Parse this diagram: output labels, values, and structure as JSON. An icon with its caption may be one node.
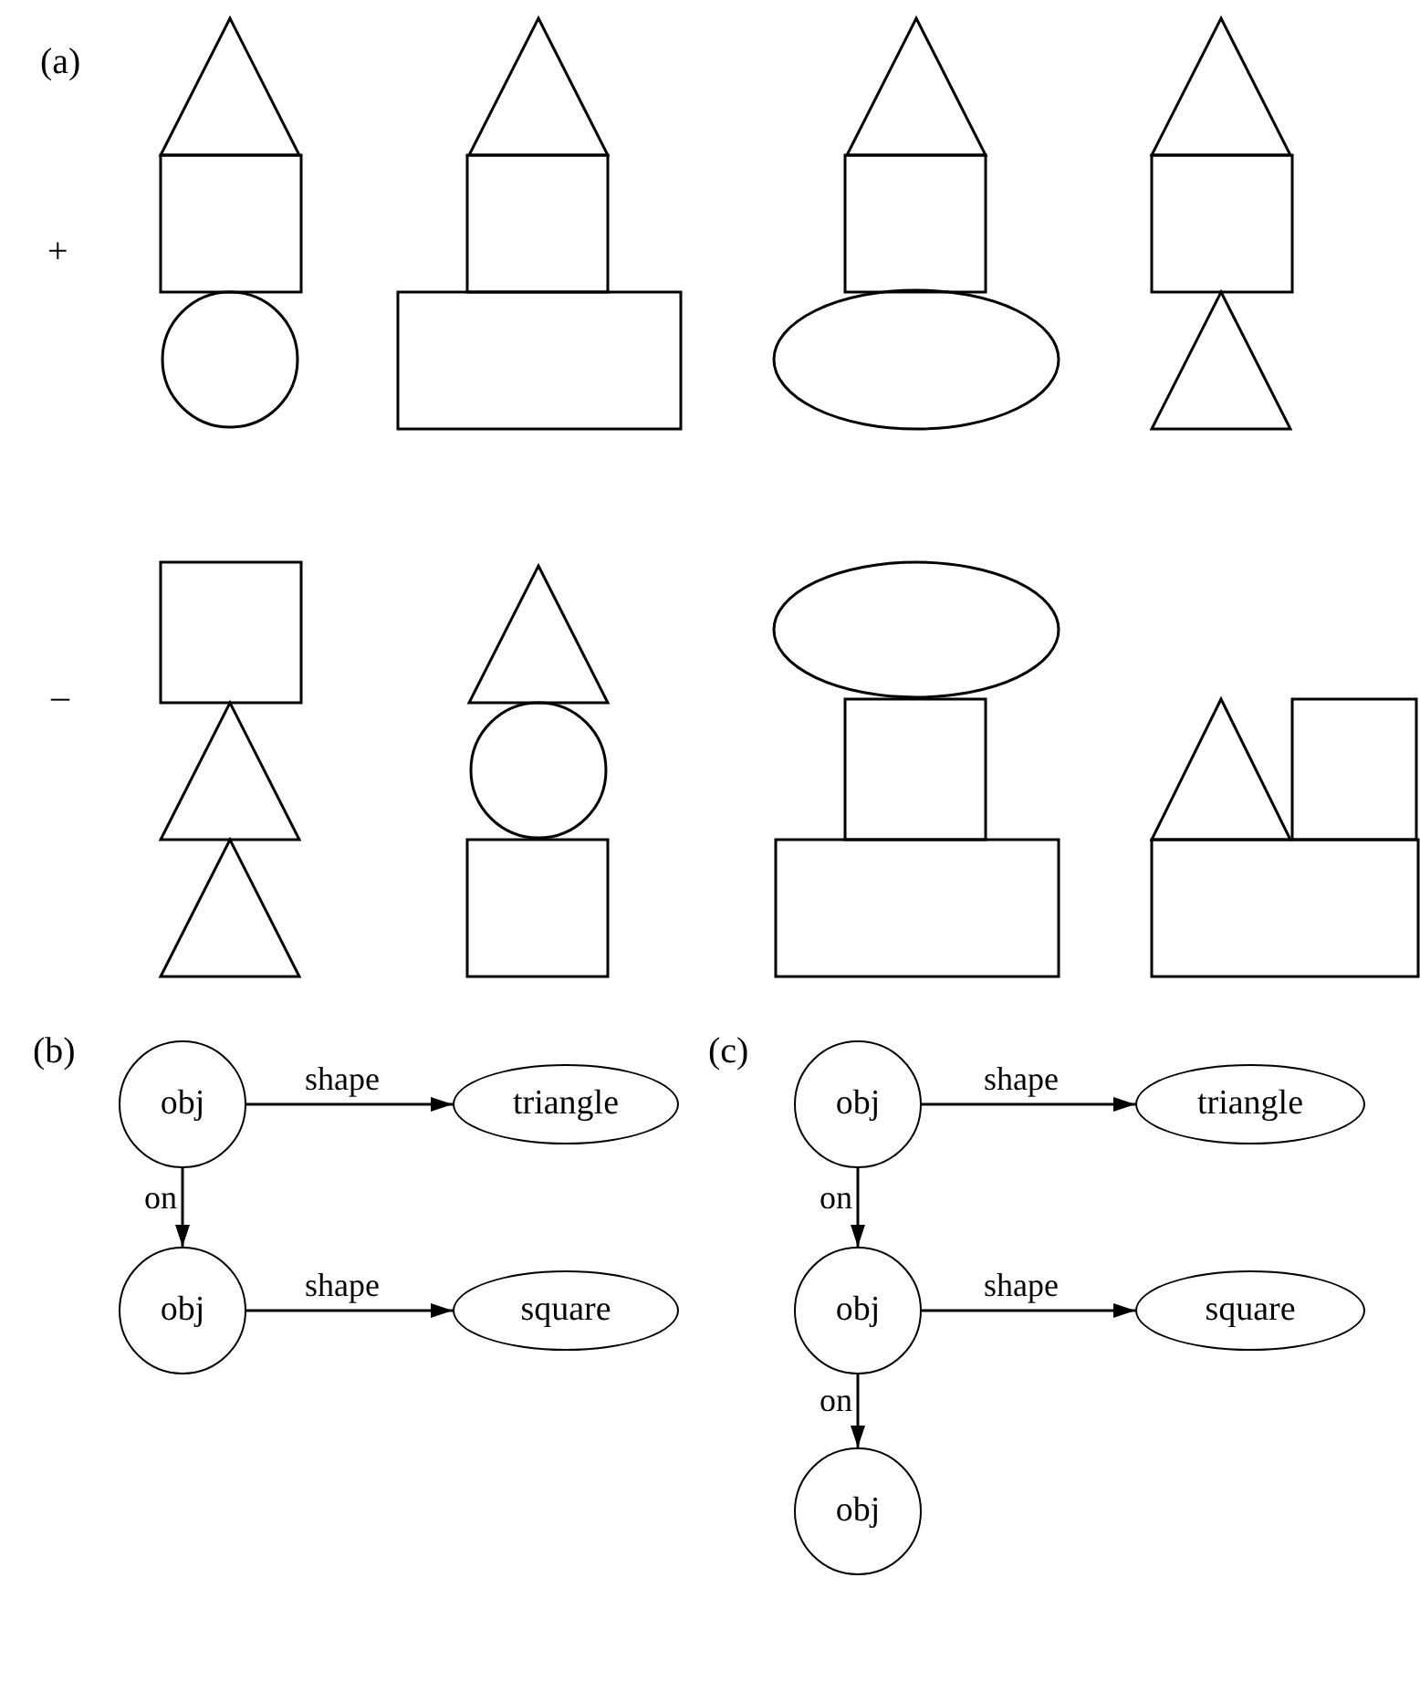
{
  "diagram": {
    "nodes": [
      {
        "text": [
          "obj"
        ]
      },
      {
        "text": [
          "triangle"
        ]
      },
      {
        "text": [
          "obj"
        ]
      },
      {
        "text": [
          "square"
        ]
      },
      {
        "text": [
          "obj"
        ]
      },
      {
        "text": [
          "triangle"
        ]
      },
      {
        "text": [
          "obj"
        ]
      },
      {
        "text": [
          "square"
        ]
      },
      {
        "text": [
          "obj"
        ]
      }
    ],
    "edges": [
      {
        "from": 0,
        "to": 1,
        "arrow": "to",
        "label": "shape"
      },
      {
        "from": 0,
        "to": 2,
        "arrow": "to",
        "label": "on"
      },
      {
        "from": 2,
        "to": 3,
        "arrow": "to",
        "label": "shape"
      },
      {
        "from": 4,
        "to": 5,
        "arrow": "to",
        "label": "shape"
      },
      {
        "from": 4,
        "to": 6,
        "arrow": "to",
        "label": "on"
      },
      {
        "from": 6,
        "to": 7,
        "arrow": "to",
        "label": "shape"
      },
      {
        "from": 6,
        "to": 8,
        "arrow": "to",
        "label": "on"
      }
    ],
    "labels": [
      "(a)",
      "+",
      "–",
      "(b)",
      "(c)"
    ]
  }
}
